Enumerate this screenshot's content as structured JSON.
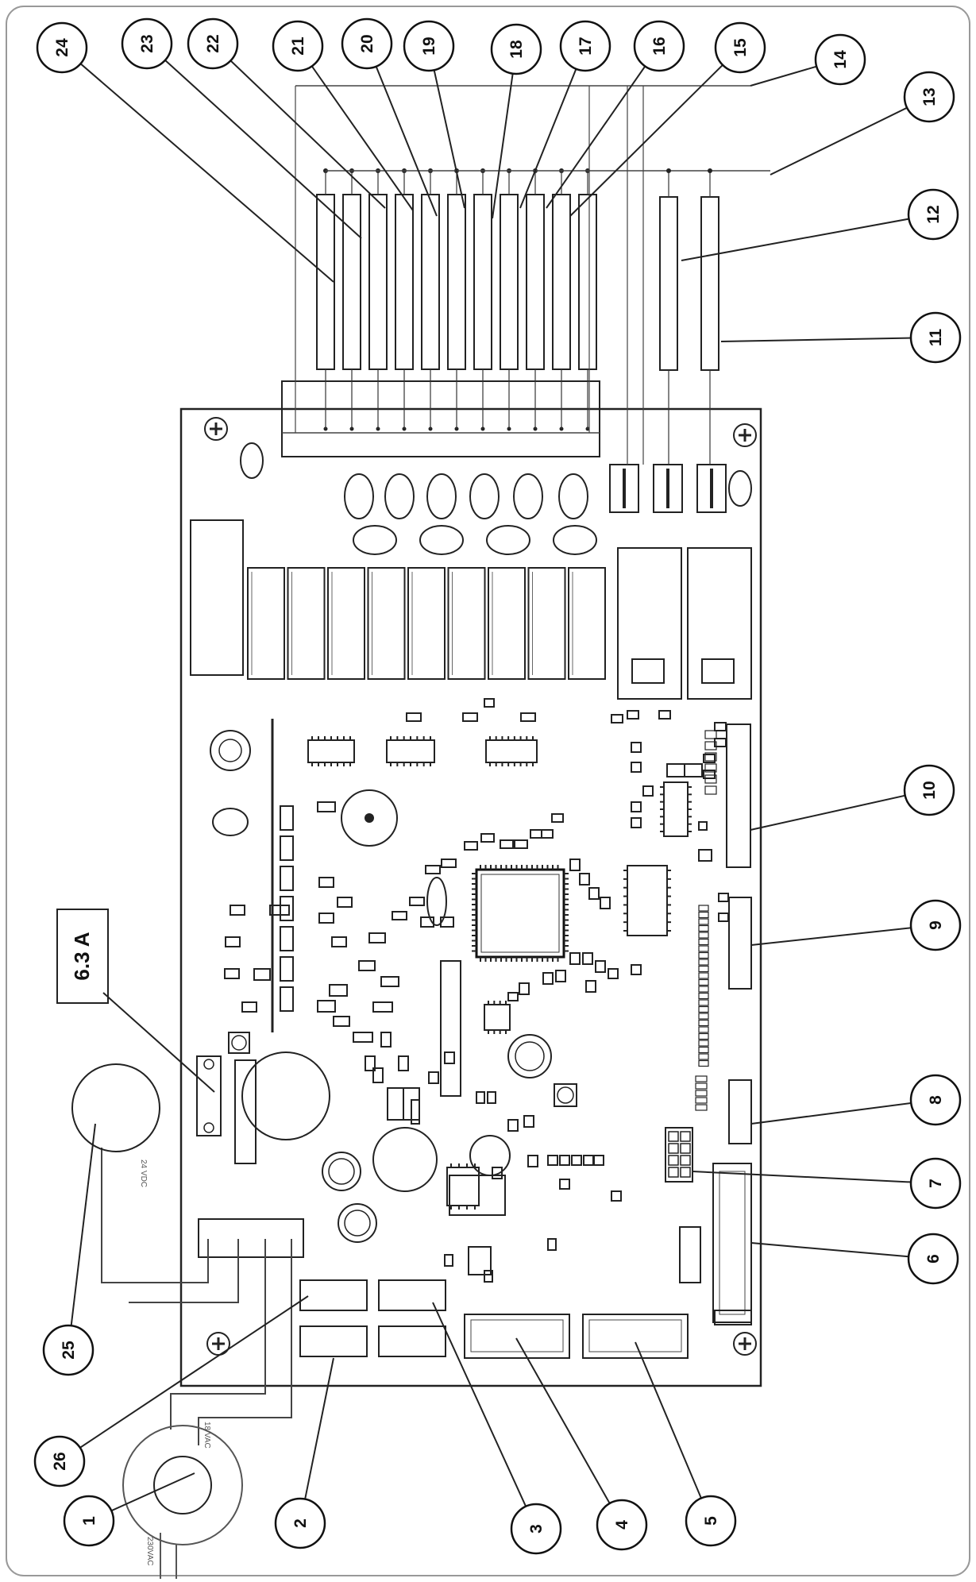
{
  "fuse_label": "6.3 A",
  "transformer_labels": {
    "primary": "230VAC",
    "secondary": "18 VAC",
    "secondary2": "24 VDC"
  },
  "callouts": [
    {
      "id": 1,
      "label": "1"
    },
    {
      "id": 2,
      "label": "2"
    },
    {
      "id": 3,
      "label": "3"
    },
    {
      "id": 4,
      "label": "4"
    },
    {
      "id": 5,
      "label": "5"
    },
    {
      "id": 6,
      "label": "6"
    },
    {
      "id": 7,
      "label": "7"
    },
    {
      "id": 8,
      "label": "8"
    },
    {
      "id": 9,
      "label": "9"
    },
    {
      "id": 10,
      "label": "10"
    },
    {
      "id": 11,
      "label": "11"
    },
    {
      "id": 12,
      "label": "12"
    },
    {
      "id": 13,
      "label": "13"
    },
    {
      "id": 14,
      "label": "14"
    },
    {
      "id": 15,
      "label": "15"
    },
    {
      "id": 16,
      "label": "16"
    },
    {
      "id": 17,
      "label": "17"
    },
    {
      "id": 18,
      "label": "18"
    },
    {
      "id": 19,
      "label": "19"
    },
    {
      "id": 20,
      "label": "20"
    },
    {
      "id": 21,
      "label": "21"
    },
    {
      "id": 22,
      "label": "22"
    },
    {
      "id": 23,
      "label": "23"
    },
    {
      "id": 24,
      "label": "24"
    },
    {
      "id": 25,
      "label": "25"
    },
    {
      "id": 26,
      "label": "26"
    }
  ],
  "colors": {
    "stroke": "#222222",
    "light_stroke": "#555555",
    "background": "#ffffff"
  }
}
